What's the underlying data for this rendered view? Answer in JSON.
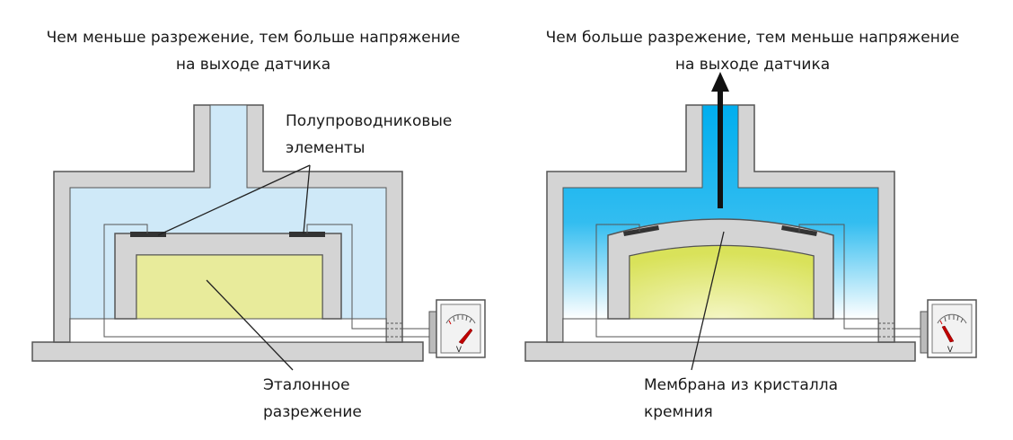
{
  "left": {
    "caption_line1": "Чем меньше разрежение, тем больше напряжение",
    "caption_line2": "на выходе датчика",
    "callout_elements_line1": "Полупроводниковые",
    "callout_elements_line2": "элементы",
    "callout_ref_line1": "Эталонное",
    "callout_ref_line2": "разрежение",
    "gauge_unit": "V"
  },
  "right": {
    "caption_line1": "Чем больше разрежение, тем меньше напряжение",
    "caption_line2": "на выходе датчика",
    "callout_membrane_line1": "Мембрана из кристалла",
    "callout_membrane_line2": "кремния",
    "gauge_unit": "V"
  },
  "colors": {
    "housing": "#d4d4d4",
    "outline": "#555555",
    "low_vacuum": "#cfe9f8",
    "high_vacuum": "#00aeef",
    "reference_chamber": "#e8eb9b"
  }
}
